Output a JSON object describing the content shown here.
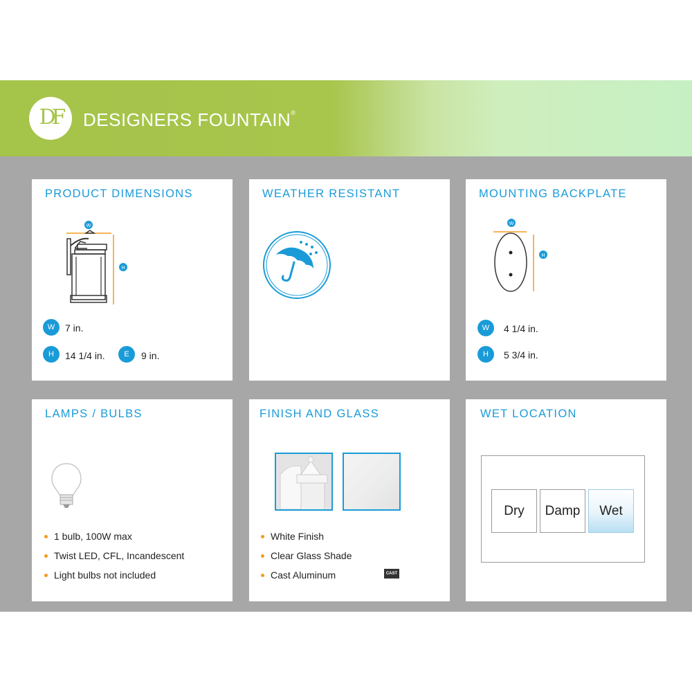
{
  "header": {
    "logo_text": "DF",
    "brand_name": "DESIGNERS FOUNTAIN",
    "brand_mark": "®",
    "background_colors": [
      "#a5c44a",
      "#c6f0c4"
    ]
  },
  "accent_color": "#1a9bd8",
  "bullet_color": "#f39c1f",
  "dimensions": {
    "title": "PRODUCT DIMENSIONS",
    "diagram_w": "W",
    "diagram_h": "H",
    "items": [
      {
        "badge": "W",
        "value": "7 in."
      },
      {
        "badge": "H",
        "value": "14 1/4 in."
      },
      {
        "badge": "E",
        "value": "9 in."
      }
    ]
  },
  "weather": {
    "title": "WEATHER RESISTANT",
    "icon": "umbrella-rain-icon"
  },
  "backplate": {
    "title": "MOUNTING BACKPLATE",
    "diagram_w": "W",
    "diagram_h": "H",
    "items": [
      {
        "badge": "W",
        "value": "4 1/4 in."
      },
      {
        "badge": "H",
        "value": "5 3/4 in."
      }
    ]
  },
  "lamps": {
    "title": "LAMPS / BULBS",
    "icon": "light-bulb-icon",
    "bullets": [
      "1 bulb, 100W max",
      "Twist LED, CFL, Incandescent",
      "Light bulbs not included"
    ]
  },
  "finish": {
    "title": "FINISH AND GLASS",
    "bullets": [
      "White Finish",
      "Clear Glass Shade",
      "Cast Aluminum"
    ],
    "cast_badge": "CAST"
  },
  "wet": {
    "title": "WET LOCATION",
    "options": [
      "Dry",
      "Damp",
      "Wet"
    ],
    "selected": "Wet"
  }
}
